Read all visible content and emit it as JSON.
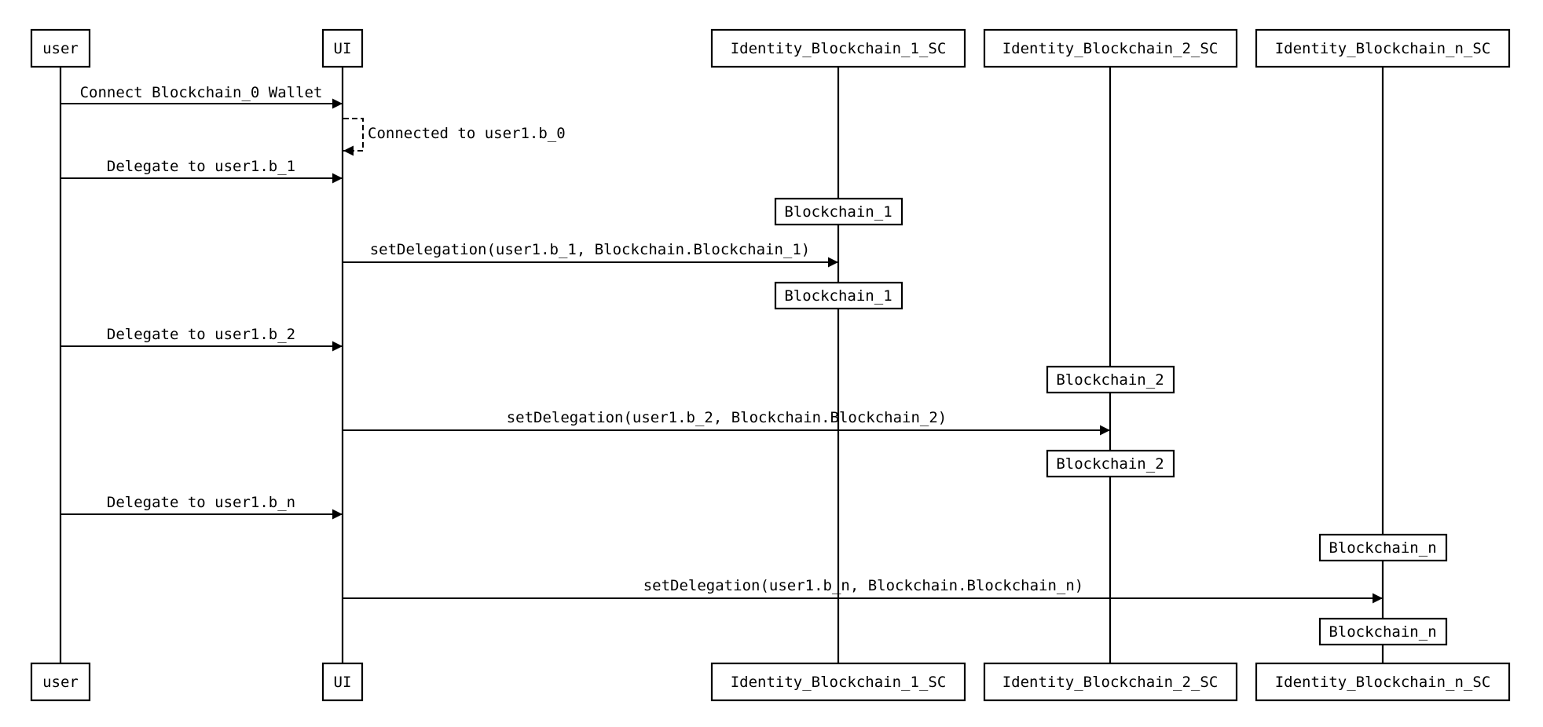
{
  "participants": [
    {
      "id": "user",
      "label": "user"
    },
    {
      "id": "ui",
      "label": "UI"
    },
    {
      "id": "sc1",
      "label": "Identity_Blockchain_1_SC"
    },
    {
      "id": "sc2",
      "label": "Identity_Blockchain_2_SC"
    },
    {
      "id": "scn",
      "label": "Identity_Blockchain_n_SC"
    }
  ],
  "messages": [
    {
      "from": "user",
      "to": "ui",
      "label": "Connect Blockchain_0 Wallet",
      "style": "solid"
    },
    {
      "from": "ui",
      "to": "ui",
      "label": "Connected to user1.b_0",
      "style": "dashed"
    },
    {
      "from": "user",
      "to": "ui",
      "label": "Delegate to user1.b_1",
      "style": "solid"
    },
    {
      "from": "ui",
      "to": "sc1",
      "label": "setDelegation(user1.b_1, Blockchain.Blockchain_1)",
      "style": "solid"
    },
    {
      "from": "user",
      "to": "ui",
      "label": "Delegate to user1.b_2",
      "style": "solid"
    },
    {
      "from": "ui",
      "to": "sc2",
      "label": "setDelegation(user1.b_2, Blockchain.Blockchain_2)",
      "style": "solid"
    },
    {
      "from": "user",
      "to": "ui",
      "label": "Delegate to user1.b_n",
      "style": "solid"
    },
    {
      "from": "ui",
      "to": "scn",
      "label": "setDelegation(user1.b_n, Blockchain.Blockchain_n)",
      "style": "solid"
    }
  ],
  "notes": [
    {
      "on": "sc1",
      "label": "Blockchain_1"
    },
    {
      "on": "sc1",
      "label": "Blockchain_1"
    },
    {
      "on": "sc2",
      "label": "Blockchain_2"
    },
    {
      "on": "sc2",
      "label": "Blockchain_2"
    },
    {
      "on": "scn",
      "label": "Blockchain_n"
    },
    {
      "on": "scn",
      "label": "Blockchain_n"
    }
  ]
}
